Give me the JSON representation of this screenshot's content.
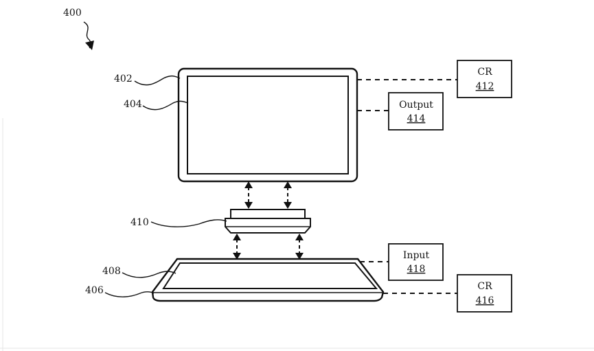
{
  "figure": {
    "ref_main": "400",
    "refs": {
      "monitor_frame": "402",
      "monitor_screen": "404",
      "base": "406",
      "base_surface": "408",
      "connector": "410"
    },
    "boxes": {
      "cr_top": {
        "title": "CR",
        "ref": "412"
      },
      "output": {
        "title": "Output",
        "ref": "414"
      },
      "cr_bottom": {
        "title": "CR",
        "ref": "416"
      },
      "input": {
        "title": "Input",
        "ref": "418"
      }
    }
  }
}
